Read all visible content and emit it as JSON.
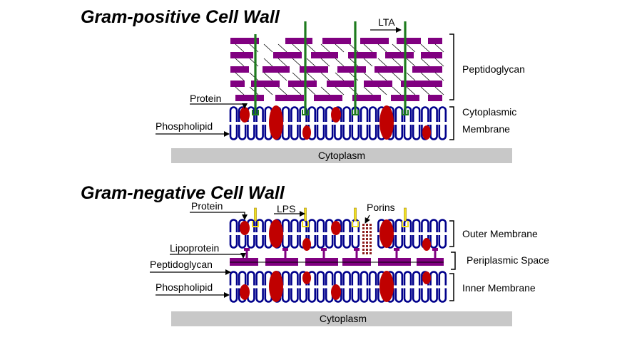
{
  "gram_positive": {
    "title": "Gram-positive Cell Wall",
    "labels": {
      "lta": "LTA",
      "protein": "Protein",
      "phospholipid": "Phospholipid",
      "peptidoglycan": "Peptidoglycan",
      "cytoplasmic_membrane_line1": "Cytoplasmic",
      "cytoplasmic_membrane_line2": "Membrane",
      "cytoplasm": "Cytoplasm"
    }
  },
  "gram_negative": {
    "title": "Gram-negative Cell Wall",
    "labels": {
      "protein": "Protein",
      "lps": "LPS",
      "porins": "Porins",
      "lipoprotein": "Lipoprotein",
      "peptidoglycan": "Peptidoglycan",
      "phospholipid": "Phospholipid",
      "outer_membrane": "Outer Membrane",
      "periplasmic_space": "Periplasmic Space",
      "inner_membrane": "Inner Membrane",
      "cytoplasm": "Cytoplasm"
    }
  },
  "colors": {
    "peptidoglycan": "#800080",
    "phospholipid_head": "#00008b",
    "protein": "#c00000",
    "lta": "#1e7b1e",
    "lps": "#f0e020",
    "porin": "#8b1a1a",
    "cytoplasm_bar": "#c8c8c8"
  }
}
